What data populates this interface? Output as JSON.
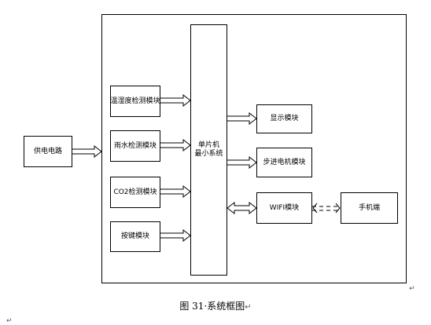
{
  "diagram": {
    "power_circuit": "供电电路",
    "mcu_line1": "单片机",
    "mcu_line2": "最小系统",
    "inputs": [
      "温湿度检测模块",
      "雨水检测模块",
      "CO2检测模块",
      "按键模块"
    ],
    "outputs": [
      "显示模块",
      "步进电机模块"
    ],
    "wifi": "WIFI模块",
    "phone": "手机端"
  },
  "caption": "图 31·系统框图",
  "caption_mark": "↵",
  "corner_mark": "↵",
  "bottom_mark": "↵"
}
